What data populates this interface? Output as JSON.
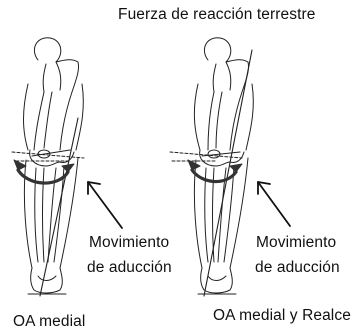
{
  "title": "Fuerza de reacción terrestre",
  "panels": [
    {
      "moment_line1": "Movimiento",
      "moment_line2": "de aducción",
      "caption": "OA medial"
    },
    {
      "moment_line1": "Movimiento",
      "moment_line2": "de aducción",
      "caption": "OA medial y Realce"
    }
  ],
  "colors": {
    "ink": "#111111",
    "background": "#ffffff"
  },
  "icons": [
    "arrow-icon",
    "curved-moment-arrow-icon",
    "leg-skeleton-illustration"
  ]
}
